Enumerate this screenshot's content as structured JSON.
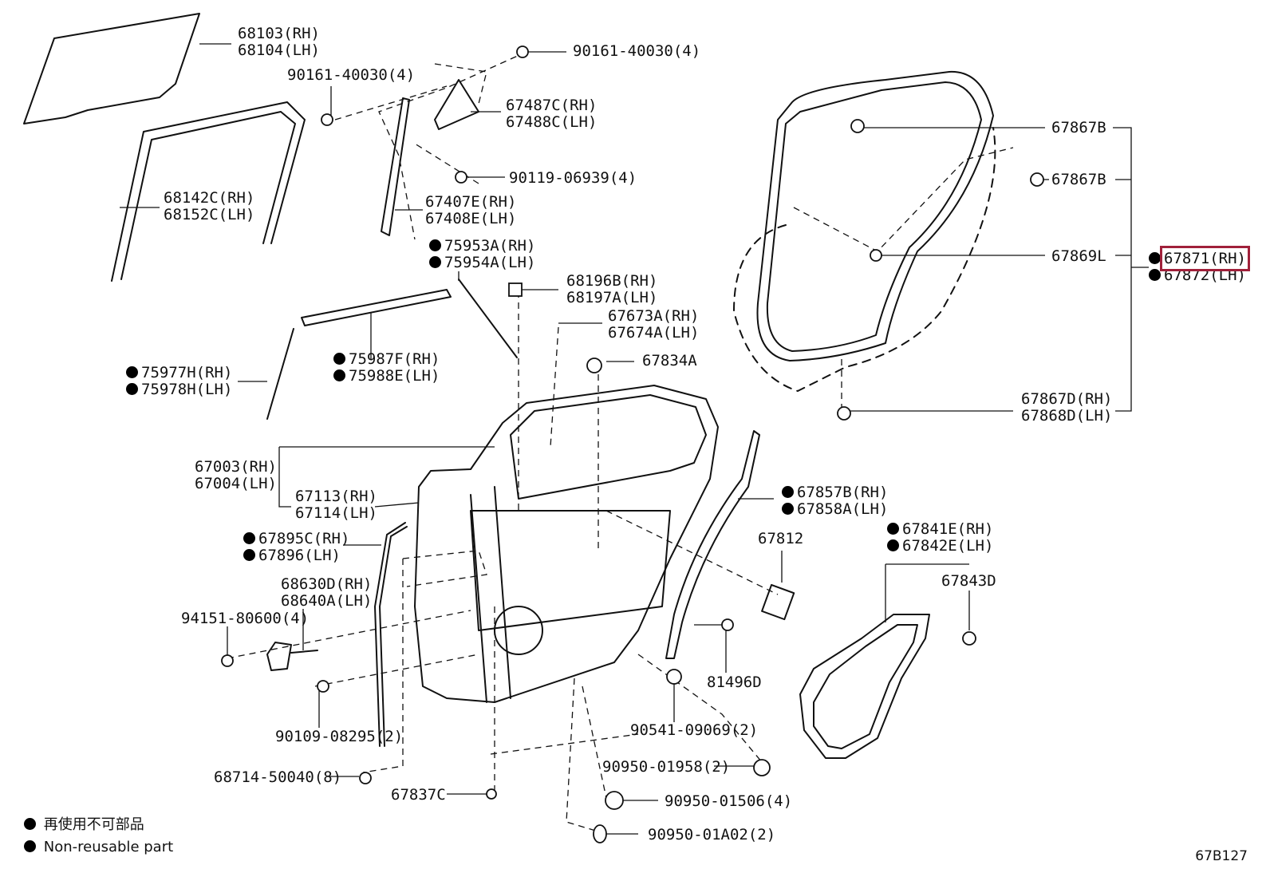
{
  "labels": {
    "p68103": [
      "68103(RH)",
      "68104(LH)"
    ],
    "p90161a": [
      "90161-40030(4)"
    ],
    "p90161b": [
      "90161-40030(4)"
    ],
    "p67487": [
      "67487C(RH)",
      "67488C(LH)"
    ],
    "p90119": [
      "90119-06939(4)"
    ],
    "p68142": [
      "68142C(RH)",
      "68152C(LH)"
    ],
    "p67407": [
      "67407E(RH)",
      "67408E(LH)"
    ],
    "p75953": [
      "75953A(RH)",
      "75954A(LH)"
    ],
    "p68196": [
      "68196B(RH)",
      "68197A(LH)"
    ],
    "p67673": [
      "67673A(RH)",
      "67674A(LH)"
    ],
    "p67834": [
      "67834A"
    ],
    "p75987": [
      "75987F(RH)",
      "75988E(LH)"
    ],
    "p75977": [
      "75977H(RH)",
      "75978H(LH)"
    ],
    "p67867b1": [
      "67867B"
    ],
    "p67867b2": [
      "67867B"
    ],
    "p67869": [
      "67869L"
    ],
    "p67871": [
      "67871(RH)",
      "67872(LH)"
    ],
    "p67867d": [
      "67867D(RH)",
      "67868D(LH)"
    ],
    "p67003": [
      "67003(RH)",
      "67004(LH)"
    ],
    "p67113": [
      "67113(RH)",
      "67114(LH)"
    ],
    "p67857": [
      "67857B(RH)",
      "67858A(LH)"
    ],
    "p67895": [
      "67895C(RH)",
      "67896(LH)"
    ],
    "p67812": [
      "67812"
    ],
    "p67841": [
      "67841E(RH)",
      "67842E(LH)"
    ],
    "p68630": [
      "68630D(RH)",
      "68640A(LH)"
    ],
    "p67843": [
      "67843D"
    ],
    "p94151": [
      "94151-80600(4)"
    ],
    "p81496": [
      "81496D"
    ],
    "p90541": [
      "90541-09069(2)"
    ],
    "p90109": [
      "90109-08295(2)"
    ],
    "p90950a": [
      "90950-01958(2)"
    ],
    "p68714": [
      "68714-50040(8)"
    ],
    "p67837": [
      "67837C"
    ],
    "p90950b": [
      "90950-01506(4)"
    ],
    "p90950c": [
      "90950-01A02(2)"
    ]
  },
  "legend": {
    "jp": "再使用不可部品",
    "en": "Non-reusable part"
  },
  "diagram_code": "67B127",
  "highlight": {
    "part": "67871(RH)",
    "color": "#a0203a"
  }
}
